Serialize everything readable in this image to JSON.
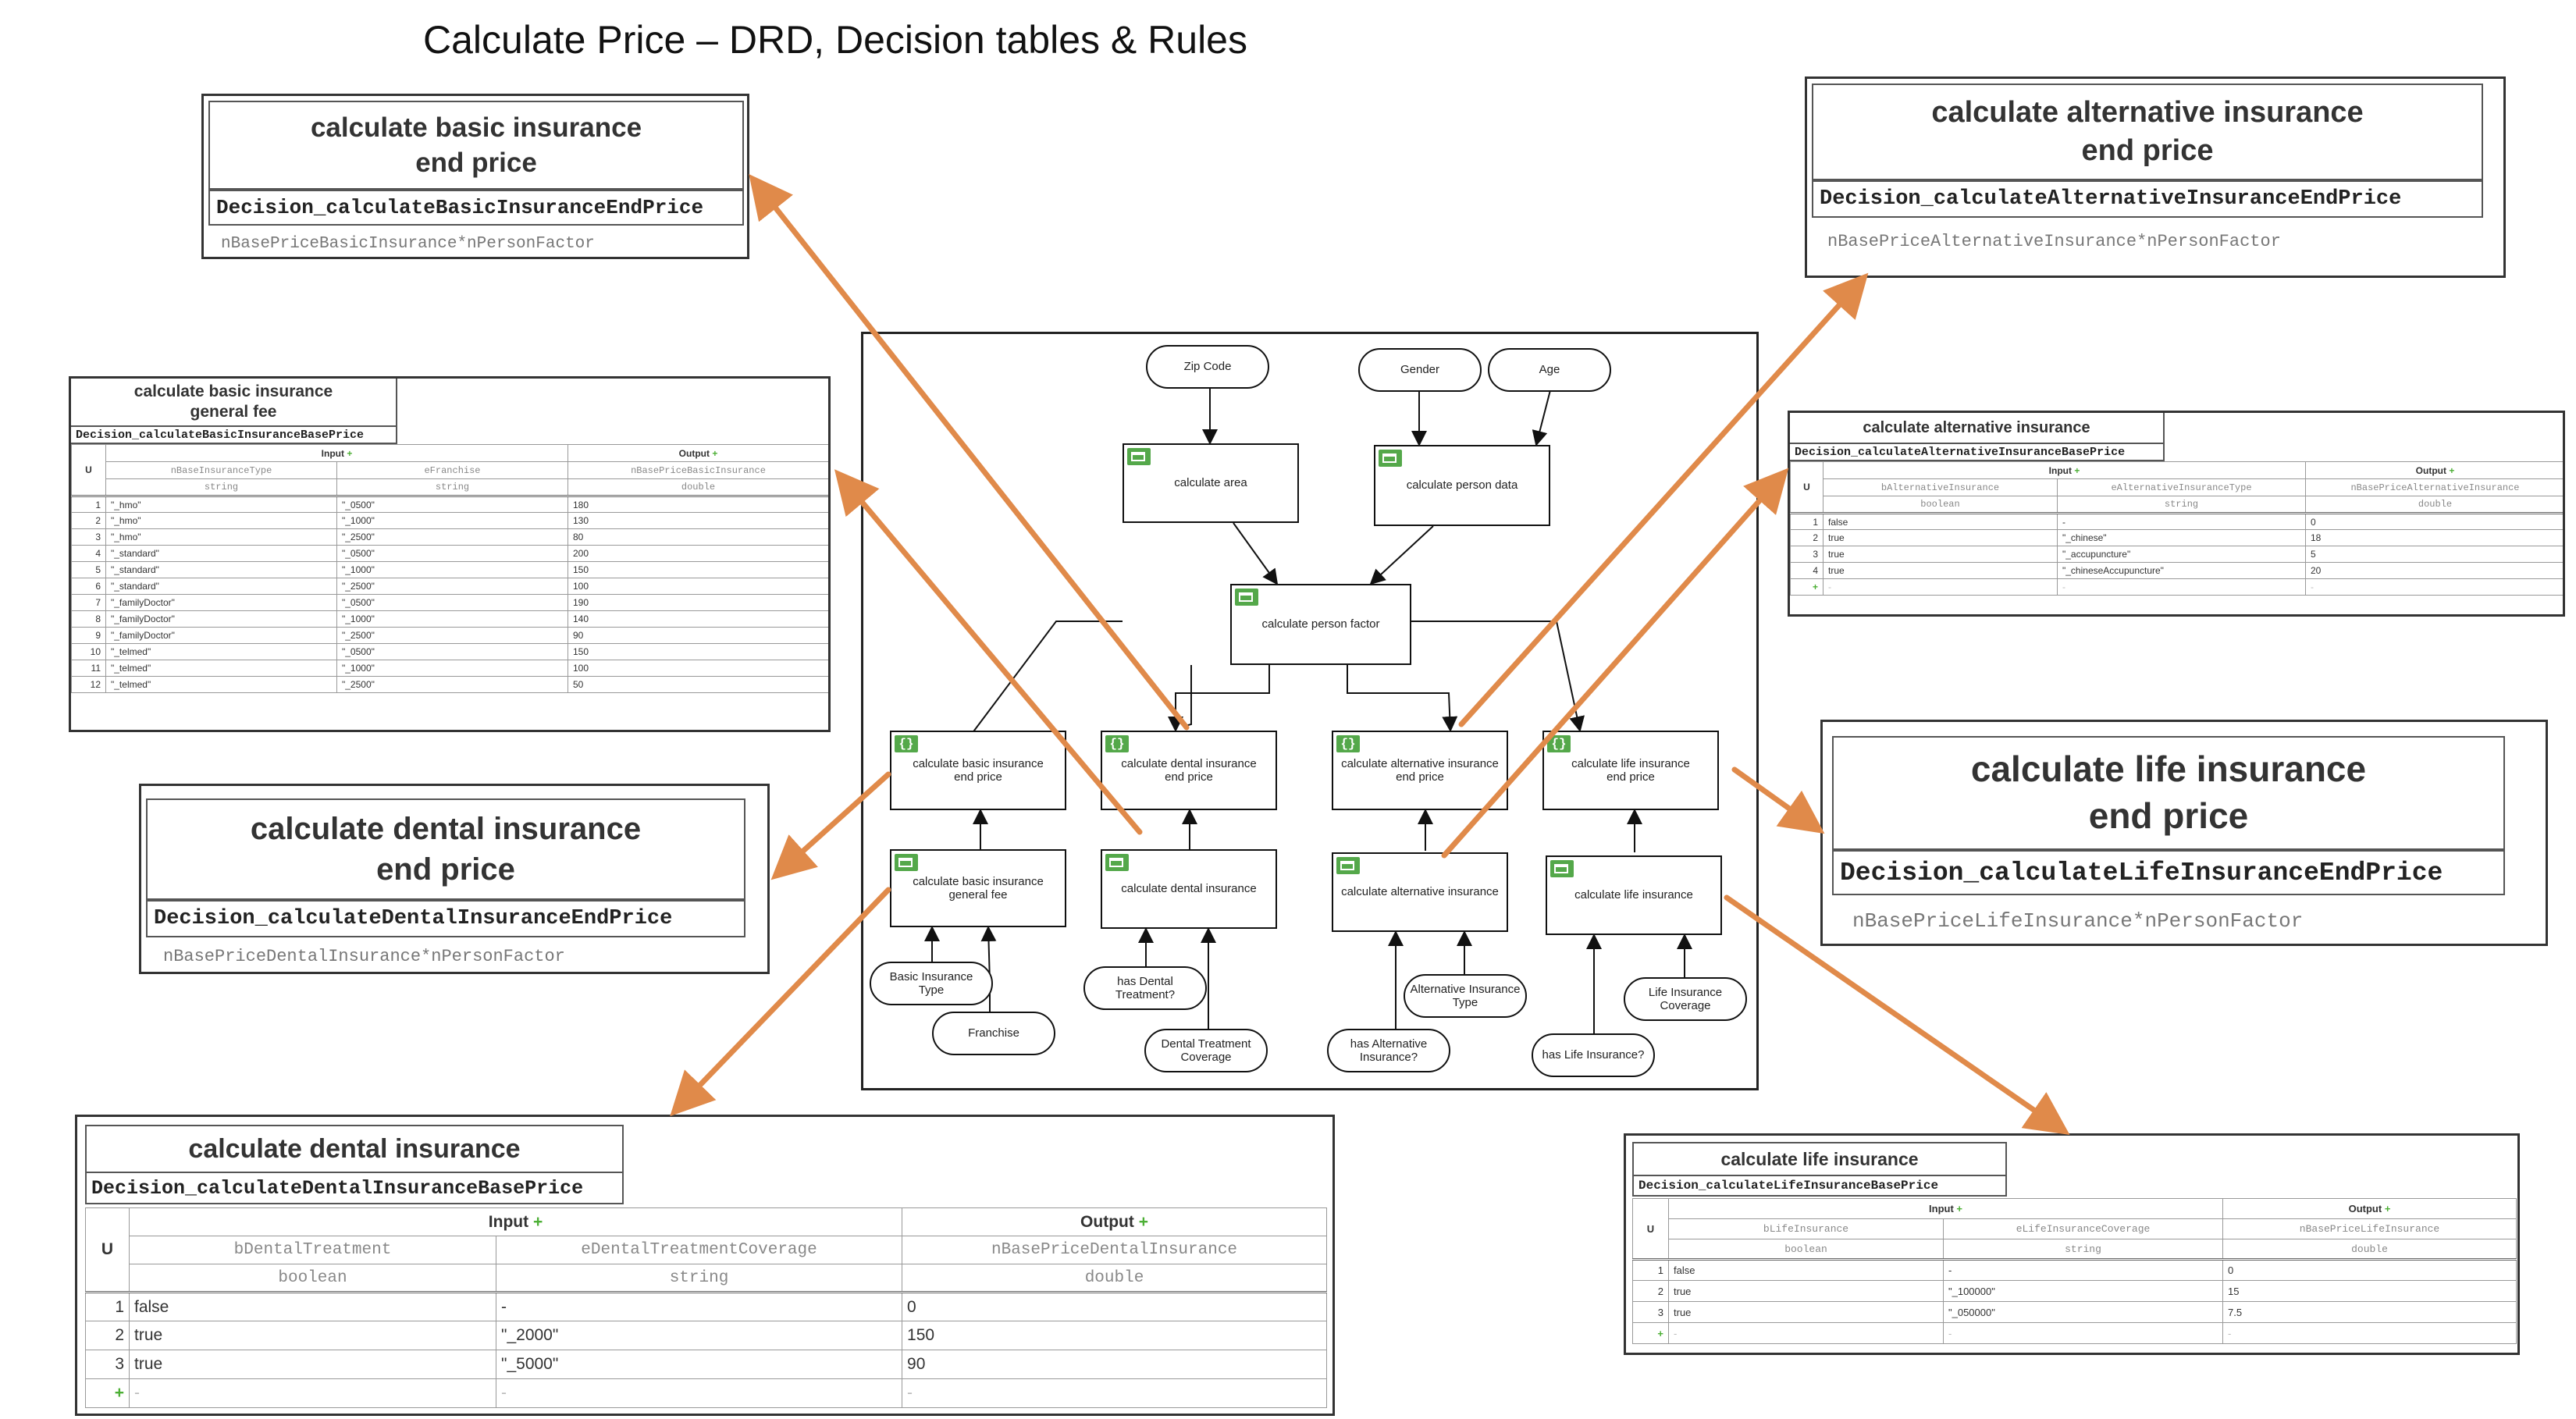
{
  "page_title": "Calculate Price – DRD, Decision tables & Rules",
  "colors": {
    "arrow": "#e08a4a",
    "icon": "#54a84a",
    "plus": "#4caf35"
  },
  "end_price_boxes": {
    "basic": {
      "title": "calculate basic insurance\nend price",
      "id": "Decision_calculateBasicInsuranceEndPrice",
      "expr": "nBasePriceBasicInsurance*nPersonFactor"
    },
    "alternative": {
      "title": "calculate alternative insurance\nend price",
      "id": "Decision_calculateAlternativeInsuranceEndPrice",
      "expr": "nBasePriceAlternativeInsurance*nPersonFactor"
    },
    "dental": {
      "title": "calculate dental insurance\nend price",
      "id": "Decision_calculateDentalInsuranceEndPrice",
      "expr": "nBasePriceDentalInsurance*nPersonFactor"
    },
    "life": {
      "title": "calculate life insurance\nend price",
      "id": "Decision_calculateLifeInsuranceEndPrice",
      "expr": "nBasePriceLifeInsurance*nPersonFactor"
    }
  },
  "tables": {
    "basic": {
      "title": "calculate basic insurance\ngeneral fee",
      "id": "Decision_calculateBasicInsuranceBasePrice",
      "hit_policy": "U",
      "input_label": "Input",
      "output_label": "Output",
      "plus": "+",
      "columns": [
        {
          "name": "nBaseInsuranceType",
          "type": "string"
        },
        {
          "name": "eFranchise",
          "type": "string"
        },
        {
          "name": "nBasePriceBasicInsurance",
          "type": "double"
        }
      ],
      "rows": [
        [
          "1",
          "\"_hmo\"",
          "\"_0500\"",
          "180"
        ],
        [
          "2",
          "\"_hmo\"",
          "\"_1000\"",
          "130"
        ],
        [
          "3",
          "\"_hmo\"",
          "\"_2500\"",
          "80"
        ],
        [
          "4",
          "\"_standard\"",
          "\"_0500\"",
          "200"
        ],
        [
          "5",
          "\"_standard\"",
          "\"_1000\"",
          "150"
        ],
        [
          "6",
          "\"_standard\"",
          "\"_2500\"",
          "100"
        ],
        [
          "7",
          "\"_familyDoctor\"",
          "\"_0500\"",
          "190"
        ],
        [
          "8",
          "\"_familyDoctor\"",
          "\"_1000\"",
          "140"
        ],
        [
          "9",
          "\"_familyDoctor\"",
          "\"_2500\"",
          "90"
        ],
        [
          "10",
          "\"_telmed\"",
          "\"_0500\"",
          "150"
        ],
        [
          "11",
          "\"_telmed\"",
          "\"_1000\"",
          "100"
        ],
        [
          "12",
          "\"_telmed\"",
          "\"_2500\"",
          "50"
        ]
      ]
    },
    "alternative": {
      "title": "calculate alternative insurance",
      "id": "Decision_calculateAlternativeInsuranceBasePrice",
      "hit_policy": "U",
      "input_label": "Input",
      "output_label": "Output",
      "plus": "+",
      "columns": [
        {
          "name": "bAlternativeInsurance",
          "type": "boolean"
        },
        {
          "name": "eAlternativeInsuranceType",
          "type": "string"
        },
        {
          "name": "nBasePriceAlternativeInsurance",
          "type": "double"
        }
      ],
      "rows": [
        [
          "1",
          "false",
          "-",
          "0"
        ],
        [
          "2",
          "true",
          "\"_chinese\"",
          "18"
        ],
        [
          "3",
          "true",
          "\"_accupuncture\"",
          "5"
        ],
        [
          "4",
          "true",
          "\"_chineseAccupuncture\"",
          "20"
        ]
      ],
      "empty_cell": "-"
    },
    "dental": {
      "title": "calculate dental insurance",
      "id": "Decision_calculateDentalInsuranceBasePrice",
      "hit_policy": "U",
      "input_label": "Input",
      "output_label": "Output",
      "plus": "+",
      "columns": [
        {
          "name": "bDentalTreatment",
          "type": "boolean"
        },
        {
          "name": "eDentalTreatmentCoverage",
          "type": "string"
        },
        {
          "name": "nBasePriceDentalInsurance",
          "type": "double"
        }
      ],
      "rows": [
        [
          "1",
          "false",
          "-",
          "0"
        ],
        [
          "2",
          "true",
          "\"_2000\"",
          "150"
        ],
        [
          "3",
          "true",
          "\"_5000\"",
          "90"
        ]
      ],
      "empty_cell": "-"
    },
    "life": {
      "title": "calculate life insurance",
      "id": "Decision_calculateLifeInsuranceBasePrice",
      "hit_policy": "U",
      "input_label": "Input",
      "output_label": "Output",
      "plus": "+",
      "columns": [
        {
          "name": "bLifeInsurance",
          "type": "boolean"
        },
        {
          "name": "eLifeInsuranceCoverage",
          "type": "string"
        },
        {
          "name": "nBasePriceLifeInsurance",
          "type": "double"
        }
      ],
      "rows": [
        [
          "1",
          "false",
          "-",
          "0"
        ],
        [
          "2",
          "true",
          "\"_100000\"",
          "15"
        ],
        [
          "3",
          "true",
          "\"_050000\"",
          "7.5"
        ]
      ],
      "empty_cell": "-"
    }
  },
  "drd": {
    "inputs": {
      "zip_code": "Zip Code",
      "gender": "Gender",
      "age": "Age",
      "basic_insurance_type": "Basic Insurance\nType",
      "franchise": "Franchise",
      "has_dental": "has Dental\nTreatment?",
      "dental_coverage": "Dental Treatment\nCoverage",
      "has_alternative": "has Alternative\nInsurance?",
      "alternative_type": "Alternative Insurance\nType",
      "has_life": "has Life Insurance?",
      "life_coverage": "Life Insurance\nCoverage"
    },
    "decisions": {
      "calculate_area": "calculate area",
      "calculate_person_data": "calculate person data",
      "calculate_person_factor": "calculate person factor",
      "basic_end": "calculate basic insurance\nend price",
      "dental_end": "calculate dental insurance\nend price",
      "alternative_end": "calculate alternative insurance\nend price",
      "life_end": "calculate life insurance\nend price",
      "basic_fee": "calculate basic insurance\ngeneral fee",
      "dental": "calculate dental insurance",
      "alternative": "calculate alternative insurance",
      "life": "calculate life insurance"
    },
    "literal_icon": "{}"
  }
}
